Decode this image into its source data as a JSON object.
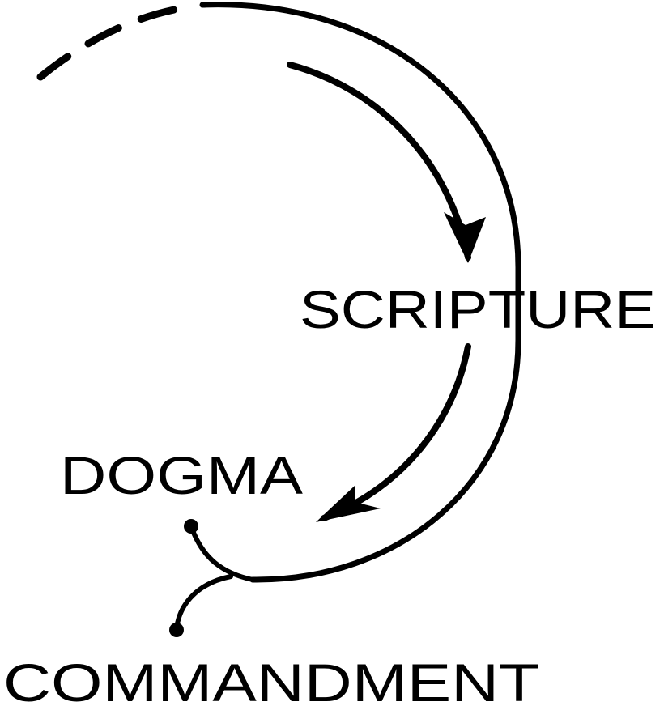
{
  "diagram": {
    "labels": {
      "scripture": "SCRIPTURE",
      "dogma": "DOGMA",
      "commandment": "COMMANDMENT"
    },
    "colors": {
      "ink": "#000000",
      "background": "#ffffff"
    }
  }
}
